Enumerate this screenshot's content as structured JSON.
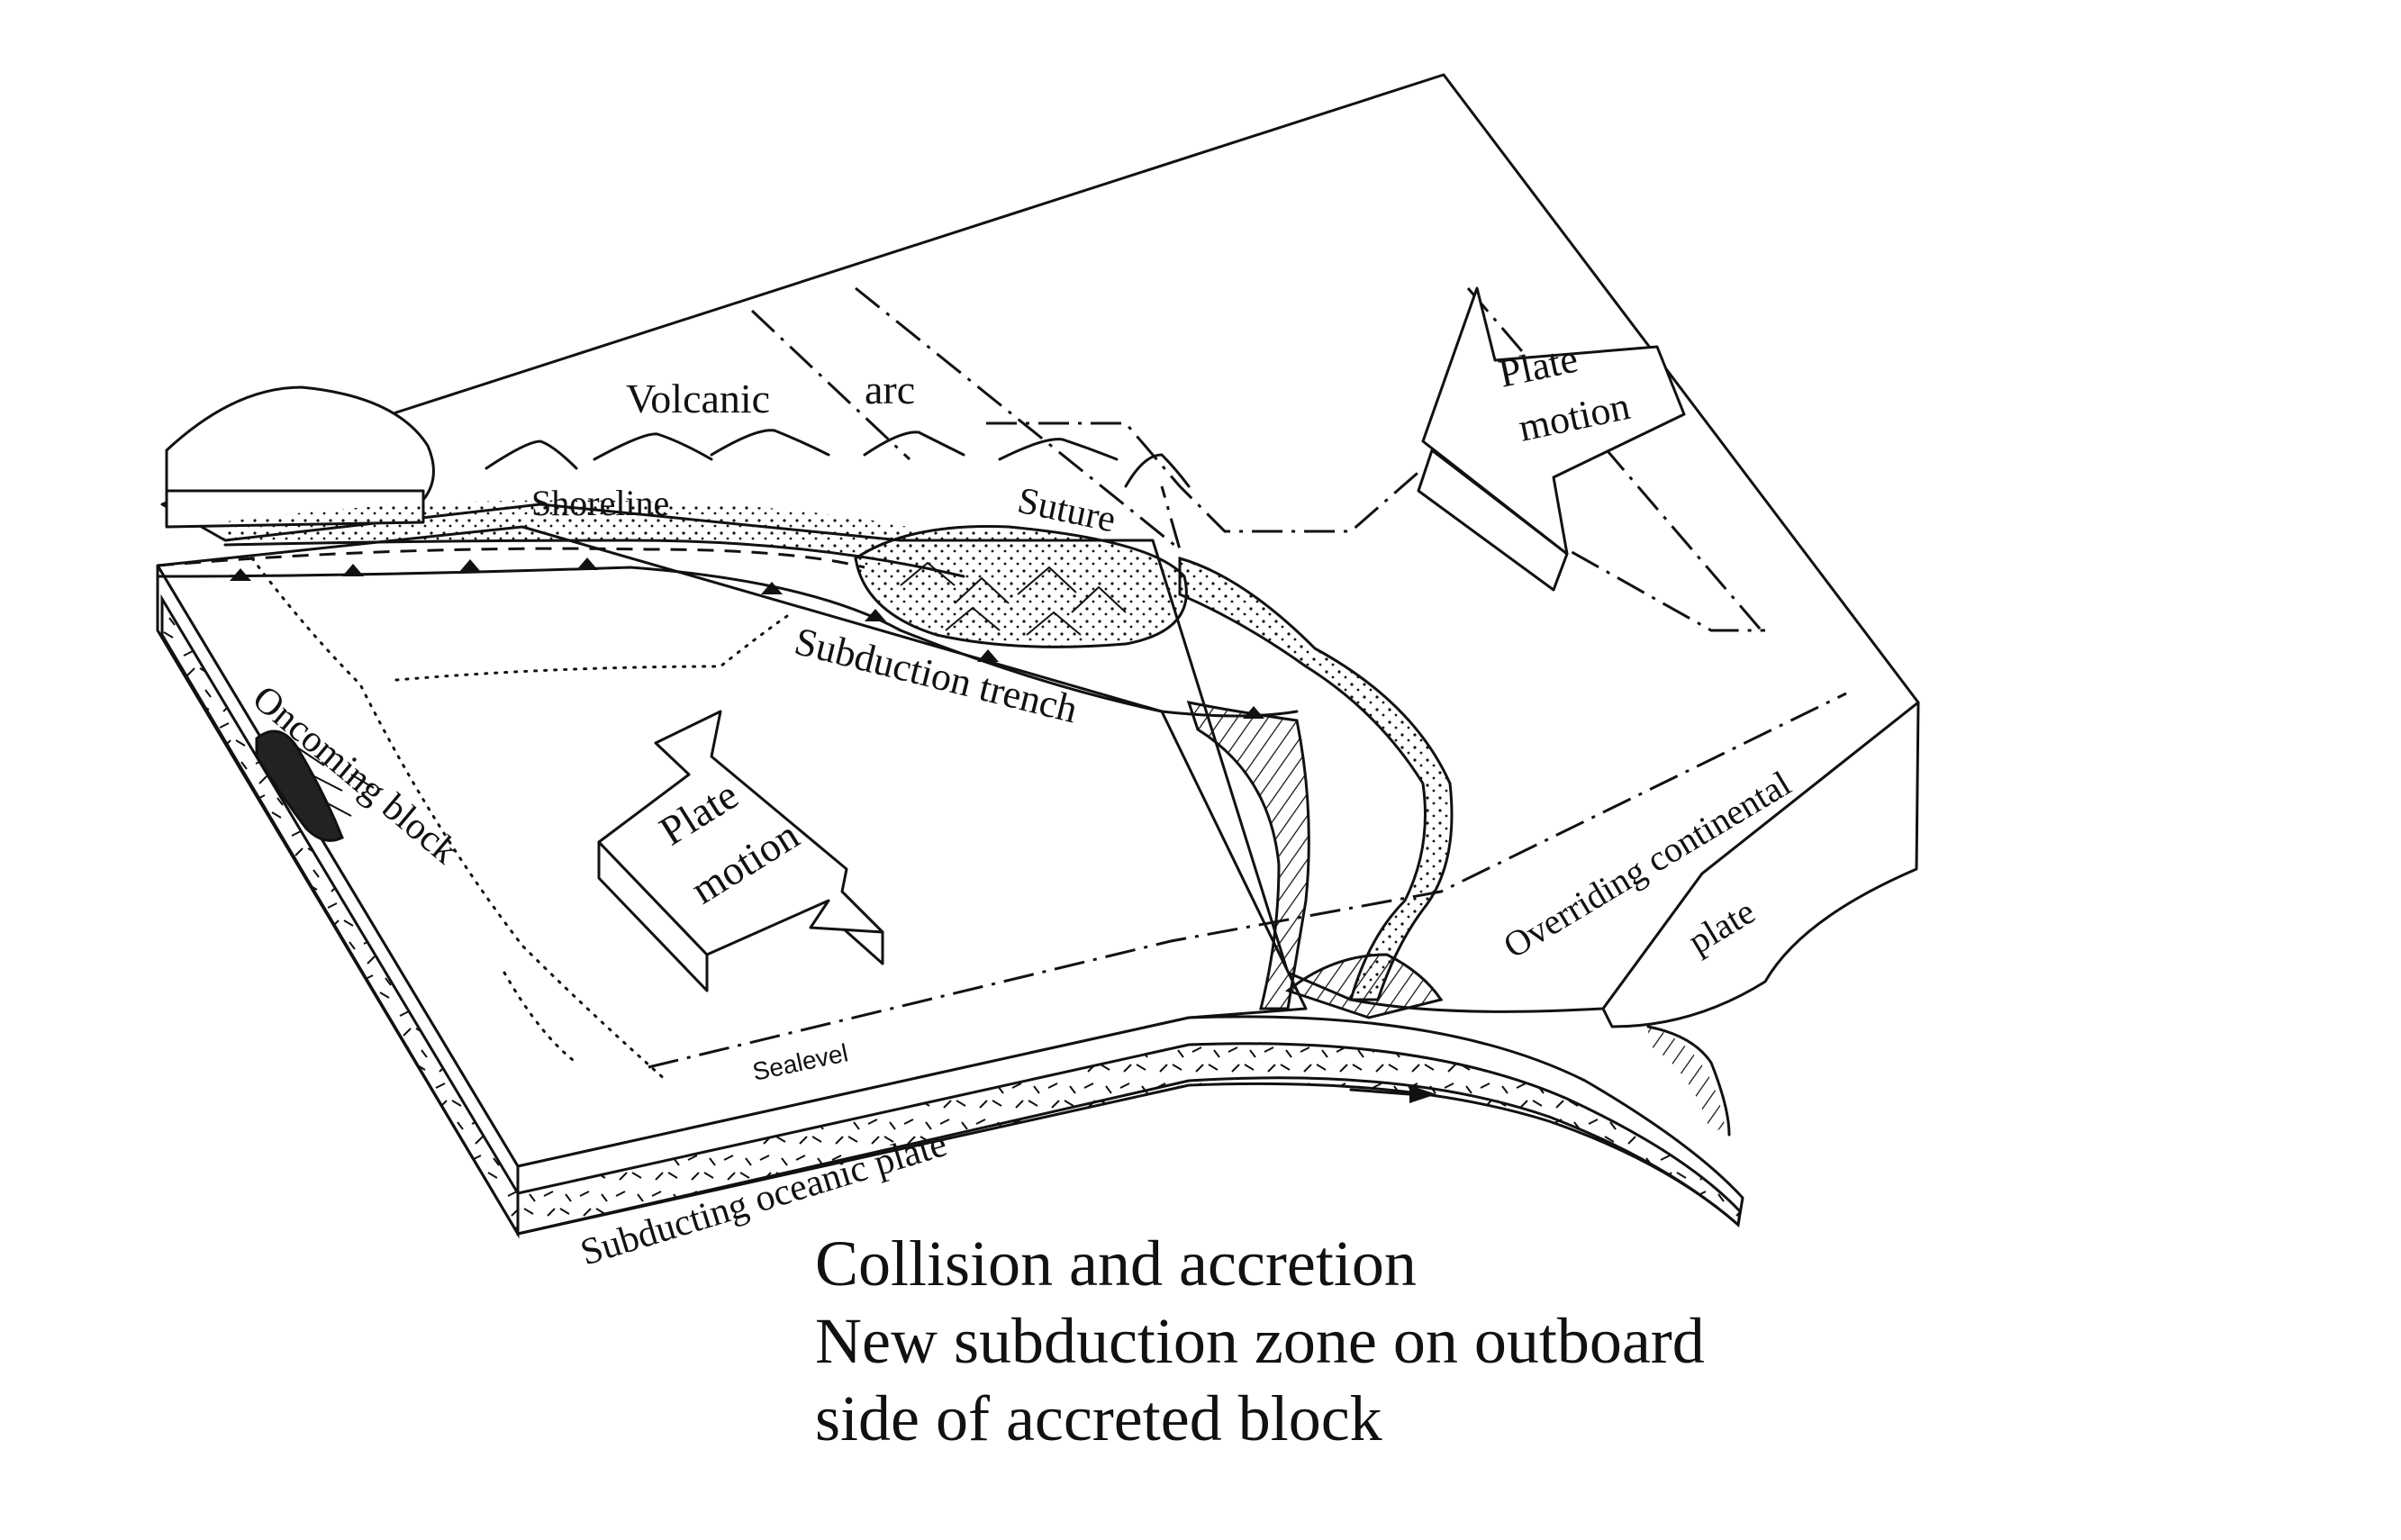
{
  "diagram": {
    "labels": {
      "volcanic": "Volcanic",
      "arc": "arc",
      "shoreline": "Shoreline",
      "suture": "Suture",
      "plate_motion_right_1": "Plate",
      "plate_motion_right_2": "motion",
      "subduction_trench": "Subduction trench",
      "oncoming_block": "Oncoming block",
      "plate_motion_left_1": "Plate",
      "plate_motion_left_2": "motion",
      "overriding_1": "Overriding continental",
      "overriding_2": "plate",
      "sealevel": "Sealevel",
      "subducting_plate": "Subducting oceanic plate"
    }
  },
  "caption": {
    "line1": "Collision and accretion",
    "line2": "New subduction zone on outboard",
    "line3": "side of accreted block"
  }
}
